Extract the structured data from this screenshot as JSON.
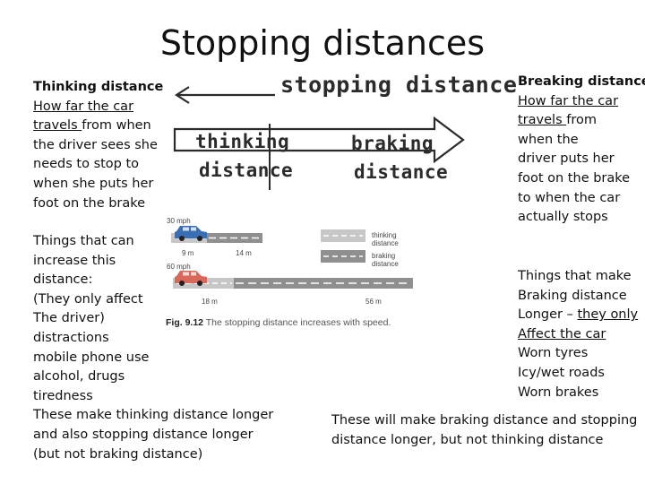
{
  "title": "Stopping distances",
  "thinking": {
    "heading": "Thinking distance",
    "lines": [
      {
        "text": "How far the car",
        "underline": true
      },
      {
        "text": "travels ",
        "underline": true,
        "rest": "from when"
      },
      {
        "text": "the driver sees she",
        "underline": false
      },
      {
        "text": "needs to stop to",
        "underline": false
      },
      {
        "text": "when she puts her",
        "underline": false
      },
      {
        "text": "foot on the brake",
        "underline": false
      }
    ]
  },
  "braking": {
    "heading": "Breaking distance",
    "lines": [
      {
        "text": "How far the car",
        "underline": true
      },
      {
        "text": "travels ",
        "underline": true,
        "rest": "from"
      },
      {
        "text": "when the",
        "underline": false
      },
      {
        "text": "driver puts her",
        "underline": false
      },
      {
        "text": "foot on the brake",
        "underline": false
      },
      {
        "text": "to when the car",
        "underline": false
      },
      {
        "text": "actually stops",
        "underline": false
      }
    ]
  },
  "diagram": {
    "stopping": "stopping distance",
    "thinking_1": "thinking",
    "thinking_2": "distance",
    "braking_1": "braking",
    "braking_2": "distance"
  },
  "figure": {
    "speed1": "30 mph",
    "speed2": "60 mph",
    "dist_9": "9 m",
    "dist_14": "14 m",
    "dist_18": "18 m",
    "dist_56": "56 m",
    "legend_thinking": "thinking distance",
    "legend_braking": "braking distance",
    "caption_num": "Fig. 9.12",
    "caption_text": "The stopping distance increases with speed.",
    "colors": {
      "car1": "#3a6fb5",
      "car2": "#d9685a",
      "thinking_road": "#c7c7c7",
      "braking_road": "#8f8f8f"
    }
  },
  "increase_thinking": {
    "lines": [
      "Things that can",
      "increase this",
      "distance:",
      "(They only affect",
      "The driver)",
      "distractions",
      "mobile phone use",
      "alcohol, drugs",
      "tiredness",
      "These make thinking distance longer",
      "and also stopping distance longer",
      "(but not braking distance)"
    ]
  },
  "increase_braking": {
    "lines": [
      {
        "text": "Things that make"
      },
      {
        "text": "Braking distance"
      },
      {
        "text": "Longer – ",
        "rest_u": "they only"
      },
      {
        "text_u": "Affect the car"
      },
      {
        "text": "Worn tyres"
      },
      {
        "text": "Icy/wet roads"
      },
      {
        "text": "Worn brakes"
      }
    ]
  },
  "bottom_right": {
    "line1": "These will make braking distance and stopping",
    "line2": "distance longer, but not thinking distance"
  }
}
